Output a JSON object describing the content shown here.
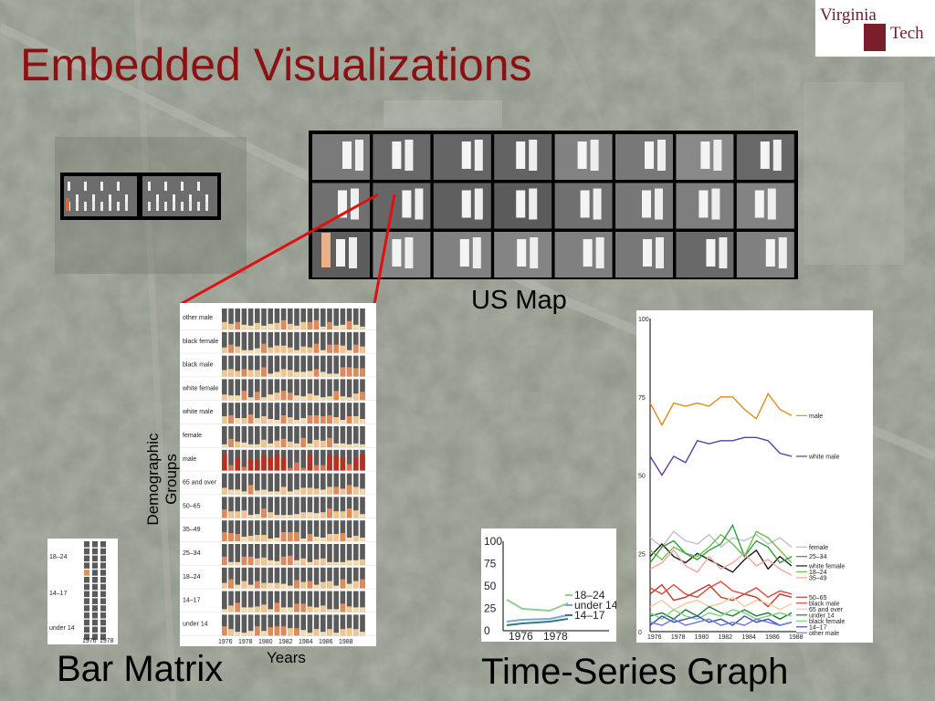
{
  "slide": {
    "title": "Embedded Visualizations",
    "logo_line1": "Virginia",
    "logo_line2": "Tech"
  },
  "captions": {
    "us_map": "US Map",
    "bar_matrix": "Bar Matrix",
    "time_series": "Time-Series Graph",
    "years": "Years",
    "demographic_line1": "Demographic",
    "demographic_line2": "Groups"
  },
  "bar_matrix": {
    "row_labels": [
      "other male",
      "black female",
      "black male",
      "white female",
      "white male",
      "female",
      "male",
      "65 and over",
      "50–65",
      "35–49",
      "25–34",
      "18–24",
      "14–17",
      "under 14"
    ],
    "year_labels": [
      "1976",
      "1978",
      "1980",
      "1982",
      "1984",
      "1986",
      "1988"
    ]
  },
  "mini_matrix": {
    "row_labels": [
      "18–24",
      "14–17",
      "under 14"
    ],
    "year_labels": [
      "1976",
      "1978"
    ]
  },
  "small_chart": {
    "yticks": [
      "100",
      "75",
      "50",
      "25",
      "0"
    ],
    "xticks": [
      "1976",
      "1978"
    ],
    "legend": [
      "18–24",
      "under 14",
      "14–17"
    ]
  },
  "chart_data": {
    "type": "line",
    "x": [
      "1976",
      "1977",
      "1978",
      "1979",
      "1980",
      "1981",
      "1982",
      "1983",
      "1984",
      "1985",
      "1986",
      "1987",
      "1988"
    ],
    "xticks": [
      "1976",
      "1978",
      "1980",
      "1982",
      "1984",
      "1986",
      "1988"
    ],
    "yticks": [
      "100",
      "75",
      "50",
      "25",
      "0"
    ],
    "ylim": [
      0,
      100
    ],
    "series": [
      {
        "name": "male",
        "color": "#e08a1e",
        "values": [
          73,
          66,
          73,
          72,
          73,
          72,
          75,
          75,
          71,
          68,
          76,
          71,
          69
        ]
      },
      {
        "name": "white male",
        "color": "#5b3fa8",
        "values": [
          56,
          50,
          56,
          54,
          61,
          60,
          61,
          61,
          62,
          62,
          61,
          57,
          56
        ]
      },
      {
        "name": "female",
        "color": "#c9b8d8",
        "values": [
          30,
          27,
          32,
          29,
          28,
          31,
          27,
          30,
          29,
          31,
          28,
          30,
          27
        ]
      },
      {
        "name": "white female",
        "color": "#1a1a1a",
        "values": [
          24,
          28,
          24,
          22,
          25,
          23,
          21,
          19,
          23,
          26,
          20,
          24,
          21
        ]
      },
      {
        "name": "18–24",
        "color": "#6fbf4b",
        "values": [
          26,
          23,
          27,
          25,
          24,
          27,
          31,
          28,
          24,
          32,
          30,
          26,
          22
        ]
      },
      {
        "name": "25–34",
        "color": "#2e9c3a",
        "values": [
          22,
          27,
          29,
          25,
          23,
          26,
          28,
          34,
          24,
          29,
          27,
          22,
          24
        ]
      },
      {
        "name": "35–49",
        "color": "#f2a7a0",
        "values": [
          20,
          22,
          26,
          21,
          19,
          24,
          20,
          22,
          25,
          21,
          23,
          20,
          18
        ]
      },
      {
        "name": "50–65",
        "color": "#c0392b",
        "values": [
          12,
          15,
          10,
          11,
          13,
          15,
          11,
          10,
          12,
          11,
          8,
          12,
          11
        ]
      },
      {
        "name": "black male",
        "color": "#e04b3a",
        "values": [
          14,
          12,
          15,
          12,
          11,
          14,
          16,
          13,
          12,
          14,
          11,
          13,
          12
        ]
      },
      {
        "name": "65 and over",
        "color": "#f6c9a0",
        "values": [
          8,
          10,
          7,
          9,
          10,
          8,
          9,
          11,
          8,
          10,
          9,
          7,
          9
        ]
      },
      {
        "name": "under 14",
        "color": "#1f7a3a",
        "values": [
          5,
          6,
          4,
          7,
          5,
          8,
          6,
          5,
          7,
          5,
          6,
          4,
          6
        ]
      },
      {
        "name": "black female",
        "color": "#7fd37f",
        "values": [
          6,
          4,
          7,
          5,
          4,
          6,
          5,
          7,
          6,
          4,
          5,
          6,
          5
        ]
      },
      {
        "name": "14–17",
        "color": "#3b4bb8",
        "values": [
          2,
          5,
          3,
          4,
          5,
          3,
          4,
          2,
          5,
          3,
          4,
          2,
          3
        ]
      },
      {
        "name": "other male",
        "color": "#6b7bd6",
        "values": [
          3,
          2,
          4,
          2,
          3,
          4,
          2,
          3,
          2,
          4,
          3,
          2,
          3
        ]
      }
    ]
  }
}
